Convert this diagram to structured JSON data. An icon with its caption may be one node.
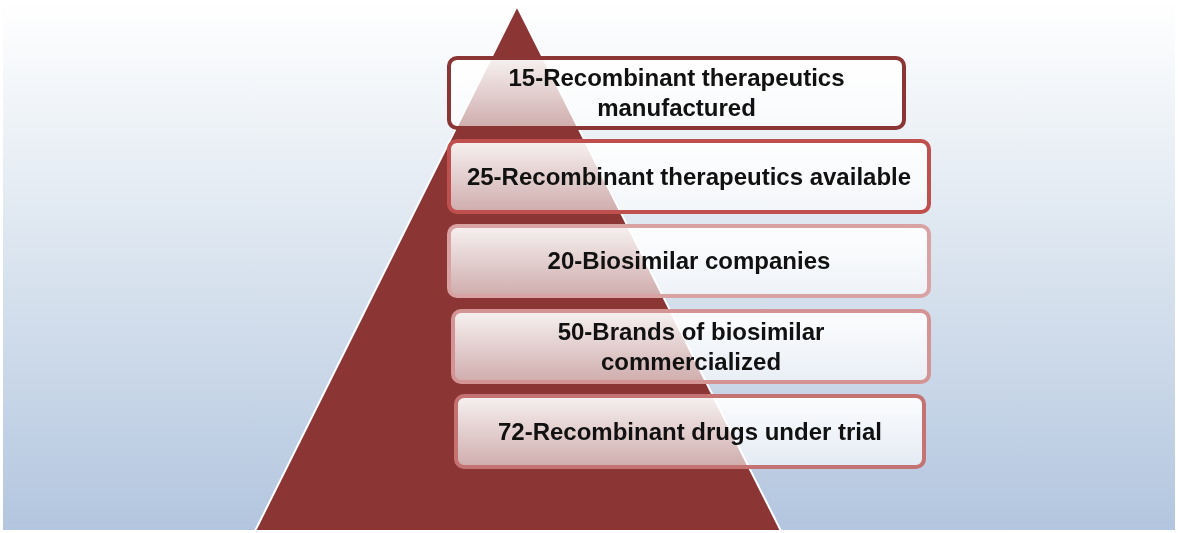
{
  "diagram": {
    "nodes": [
      {
        "text": [
          "15-Recombinant therapeutics manufactured"
        ]
      },
      {
        "text": [
          "25-Recombinant therapeutics available"
        ]
      },
      {
        "text": [
          "20-Biosimilar companies"
        ]
      },
      {
        "text": [
          "50-Brands of biosimilar commercialized"
        ]
      },
      {
        "text": [
          "72-Recombinant drugs under trial"
        ]
      }
    ]
  }
}
